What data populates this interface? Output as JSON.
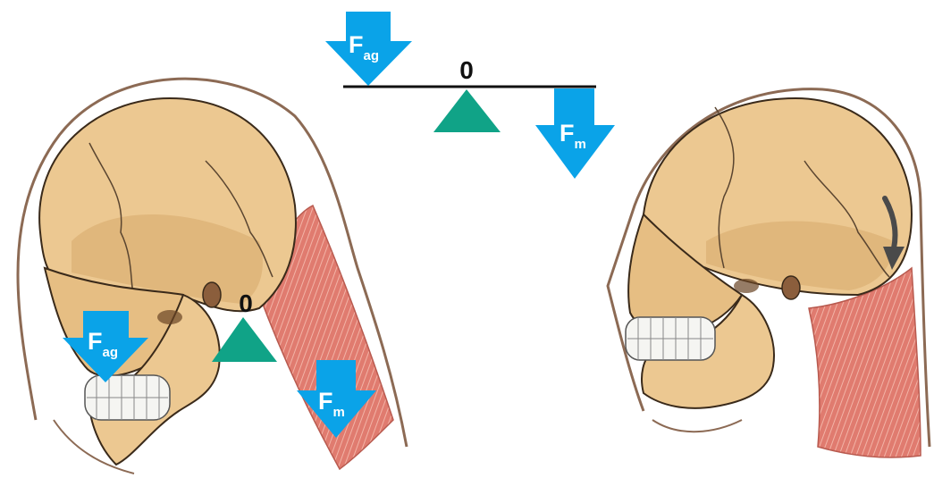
{
  "labels": {
    "fulcrum": "0",
    "force_antigravity": "F",
    "force_antigravity_sub": "ag",
    "force_muscle": "F",
    "force_muscle_sub": "m"
  },
  "colors": {
    "force_arrow": "#0aa3e8",
    "fulcrum": "#10a387",
    "bone": "#ecc891",
    "bone_shadow": "#c99a5a",
    "muscle": "#e07b6f",
    "outline": "#3a2a1a",
    "skin_outline": "#8c6a54",
    "rotation_arrow": "#4a4a4a",
    "lever": "#111111"
  },
  "icons": {
    "force_arrow": "down-arrow",
    "fulcrum": "triangle",
    "rotation": "curved-arrow"
  }
}
